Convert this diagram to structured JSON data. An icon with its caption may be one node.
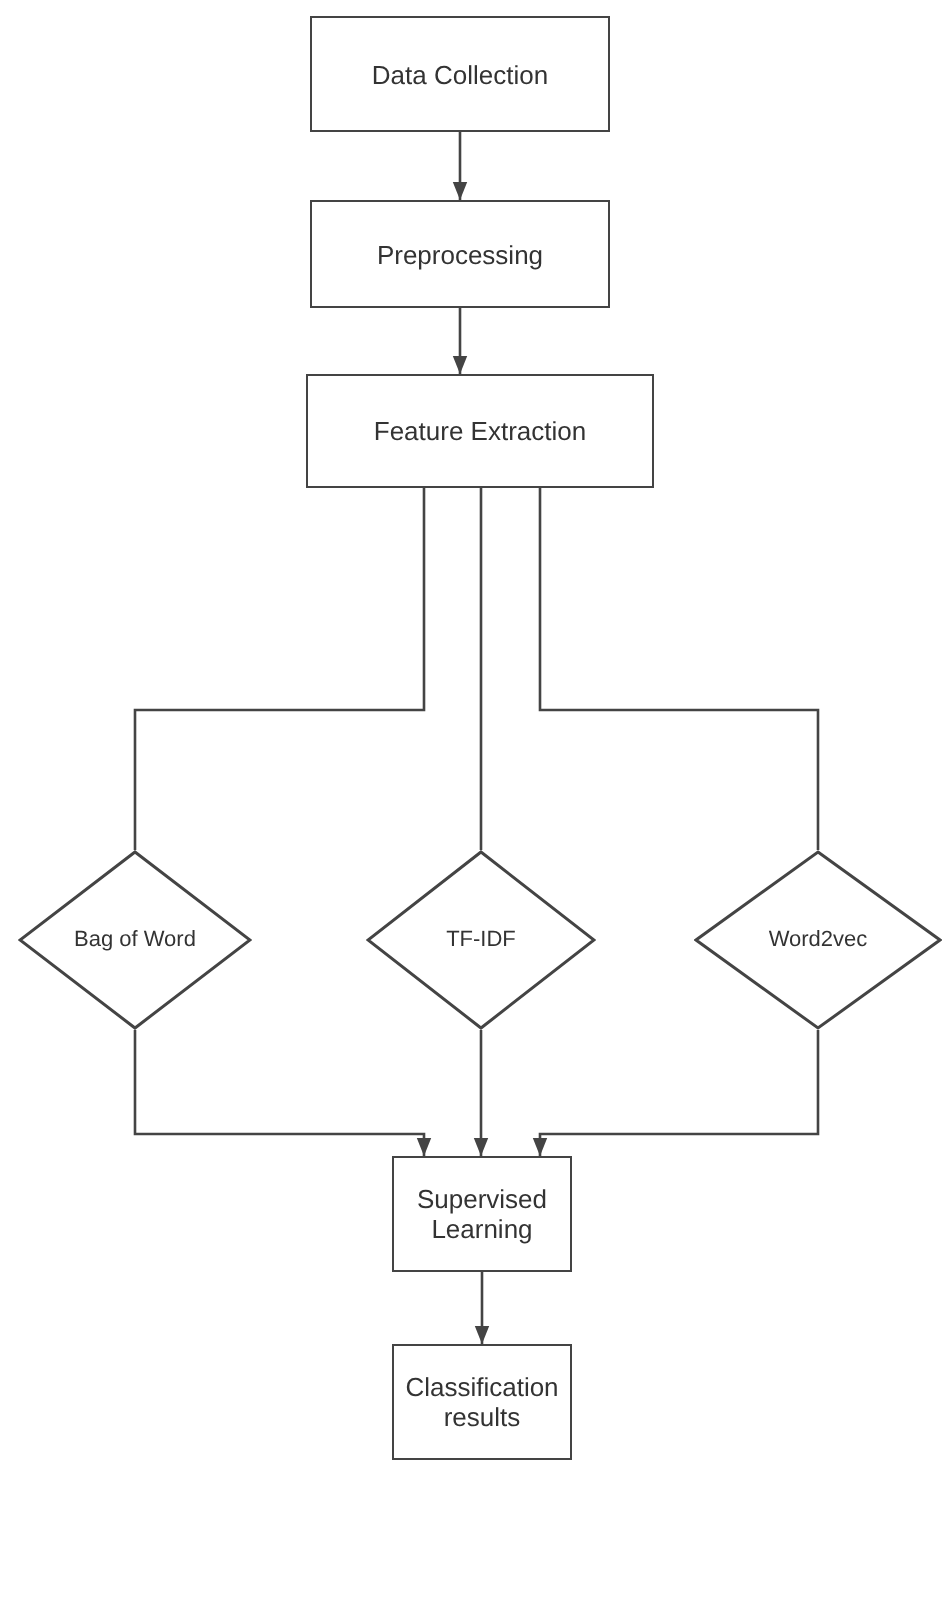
{
  "diagram": {
    "nodes": [
      {
        "text": [
          "Data Collection"
        ]
      },
      {
        "text": [
          "Preprocessing"
        ]
      },
      {
        "text": [
          "Feature Extraction"
        ]
      },
      {
        "text": [
          "Bag of Word"
        ]
      },
      {
        "text": [
          "TF-IDF"
        ]
      },
      {
        "text": [
          "Word2vec"
        ]
      },
      {
        "text": [
          "Supervised Learning"
        ]
      },
      {
        "text": [
          "Classification results"
        ]
      }
    ],
    "edges": [
      {
        "from": 0,
        "to": 1,
        "arrow": "to"
      },
      {
        "from": 1,
        "to": 2,
        "arrow": "to"
      },
      {
        "from": 2,
        "to": 3,
        "arrow": "none"
      },
      {
        "from": 2,
        "to": 4,
        "arrow": "none"
      },
      {
        "from": 2,
        "to": 5,
        "arrow": "none"
      },
      {
        "from": 3,
        "to": 6,
        "arrow": "to"
      },
      {
        "from": 4,
        "to": 6,
        "arrow": "to"
      },
      {
        "from": 5,
        "to": 6,
        "arrow": "to"
      },
      {
        "from": 6,
        "to": 7,
        "arrow": "to"
      }
    ]
  }
}
